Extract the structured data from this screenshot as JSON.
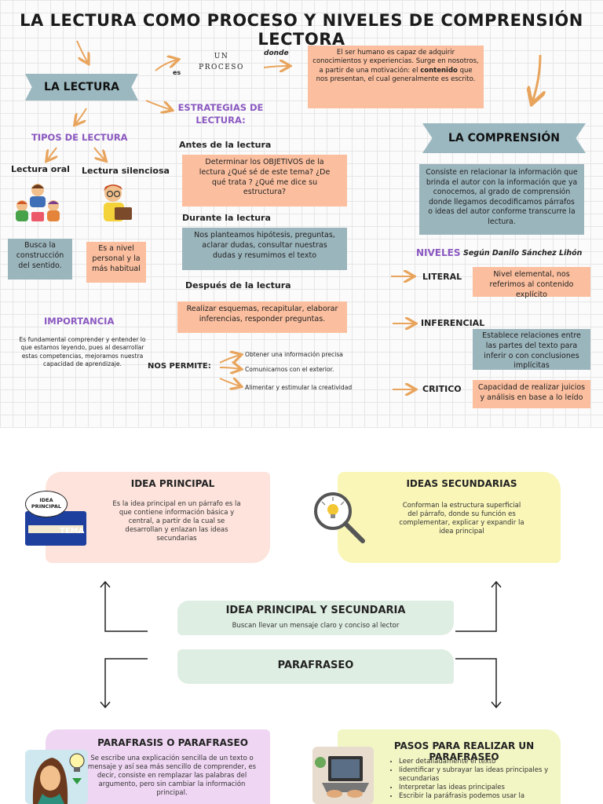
{
  "title": "LA LECTURA COMO PROCESO Y NIVELES DE COMPRENSIÓN LECTORA",
  "lectura": {
    "banner": "LA LECTURA",
    "es": "es",
    "un_proceso": "UN PROCESO",
    "donde": "donde",
    "definicion_pre": "El ser humano es capaz de adquirir conocimientos y experiencias. Surge en nosotros, a partir de una motivación: el",
    "definicion_bold": "contenido",
    "definicion_post": "que nos presentan, el cual generalmente es escrito."
  },
  "tipos": {
    "heading": "TIPOS DE LECTURA",
    "oral_label": "Lectura oral",
    "silenciosa_label": "Lectura silenciosa",
    "oral_desc": "Busca la construcción del sentido.",
    "silenciosa_desc": "Es a nivel personal y la más habitual"
  },
  "estrategias": {
    "heading": "ESTRATEGIAS DE LECTURA:",
    "antes_label": "Antes de la lectura",
    "antes_text": "Determinar los OBJETIVOS de la lectura ¿Qué sé de este tema? ¿De qué trata ? ¿Qué me dice su estructura?",
    "durante_label": "Durante la lectura",
    "durante_text": "Nos planteamos hipótesis, preguntas, aclarar dudas, consultar nuestras dudas y resumimos el texto",
    "despues_label": "Después de la lectura",
    "despues_text": "Realizar esquemas, recapitular, elaborar inferencias, responder preguntas."
  },
  "importancia": {
    "heading": "IMPORTANCIA",
    "text": "Es fundamental comprender y entender lo que estamos leyendo, pues al desarrollar estas competencias, mejoramos nuestra capacidad de aprendizaje.",
    "nos_permite": "NOS PERMITE:",
    "items": [
      "Obtener una información precisa",
      "Comunicarnos con el exterior.",
      "Alimentar y estimular la creatividad"
    ]
  },
  "comprension": {
    "banner": "LA COMPRENSIÓN",
    "text": "Consiste en relacionar la información que brinda el autor con  la información que ya conocemos, al grado de comprensión donde llegamos decodificamos párrafos o ideas del autor conforme transcurre la lectura.",
    "niveles_heading": "NIVELES",
    "niveles_sub": "Según Danilo Sánchez Lihón",
    "niveles": [
      {
        "name": "LITERAL",
        "desc": "Nivel elemental, nos referimos al contenido explícito"
      },
      {
        "name": "INFERENCIAL",
        "desc": "Establece relaciones entre las partes del texto para inferir o con conclusiones implícitas"
      },
      {
        "name": "CRITICO",
        "desc": "Capacidad de realizar juicios y análisis en base a lo leído"
      }
    ]
  },
  "bottom": {
    "idea_principal": {
      "heading": "IDEA PRINCIPAL",
      "text": "Es la idea principal en un párrafo es la que contiene información básica y central,  a partir de la cual se desarrollan y enlazan las ideas secundarias",
      "bubble": "IDEA PRINCIPAL",
      "book_label": "TEMA"
    },
    "ideas_secundarias": {
      "heading": "IDEAS SECUNDARIAS",
      "text": "Conforman la estructura superficial del párrafo, donde su función es complementar, explicar y expandir la idea principal"
    },
    "center": {
      "heading": "IDEA PRINCIPAL Y SECUNDARIA",
      "text": "Buscan llevar un mensaje claro y conciso al lector",
      "parafraseo": "PARAFRASEO"
    },
    "parafrasis": {
      "heading": "PARAFRASIS O PARAFRASEO",
      "text": "Se escribe una explicación sencilla de un texto o mensaje y así sea más sencillo de comprender, es decir, consiste en remplazar las palabras del argumento, pero sin cambiar la información principal."
    },
    "pasos": {
      "heading": "PASOS PARA REALIZAR UN PARAFRASEO",
      "items": [
        "Leer detalladamente el texto",
        "Iidentificar y subrayar las ideas principales y secundarias",
        " Interpretar las ideas principales",
        "Escribir la paráfrasis podemos usar la"
      ]
    }
  },
  "colors": {
    "peach": "#fbbf9f",
    "slate": "#9bb5bc",
    "orange_arrow": "#e8a45c",
    "purple": "#8a58c0"
  }
}
